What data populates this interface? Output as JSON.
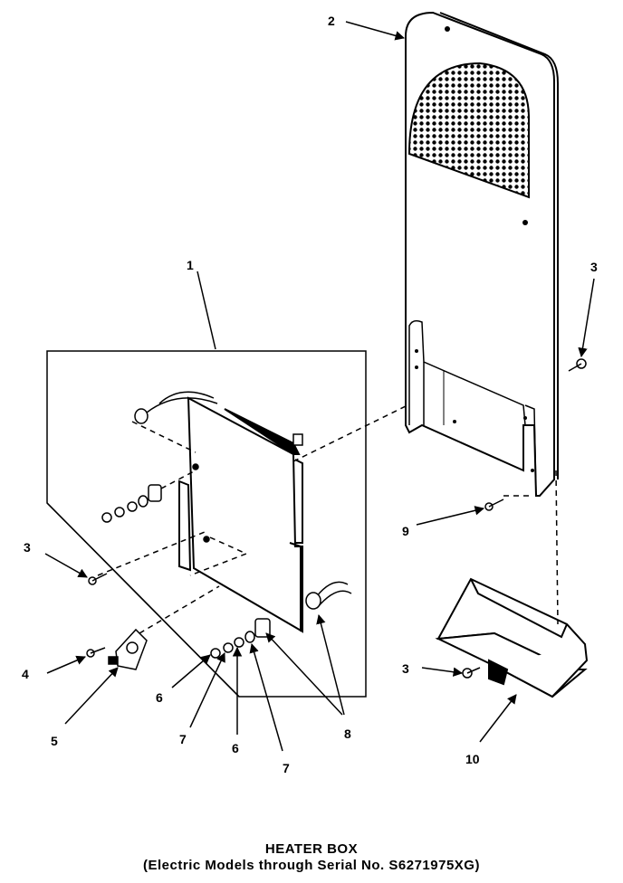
{
  "callouts": {
    "c1": "1",
    "c2": "2",
    "c3a": "3",
    "c3b": "3",
    "c3c": "3",
    "c4": "4",
    "c5": "5",
    "c6a": "6",
    "c6b": "6",
    "c7a": "7",
    "c7b": "7",
    "c8": "8",
    "c9": "9",
    "c10": "10"
  },
  "caption": {
    "title": "HEATER BOX",
    "subtitle": "(Electric Models through Serial No. S6271975XG)"
  },
  "colors": {
    "ink": "#000000",
    "paper": "#ffffff"
  }
}
